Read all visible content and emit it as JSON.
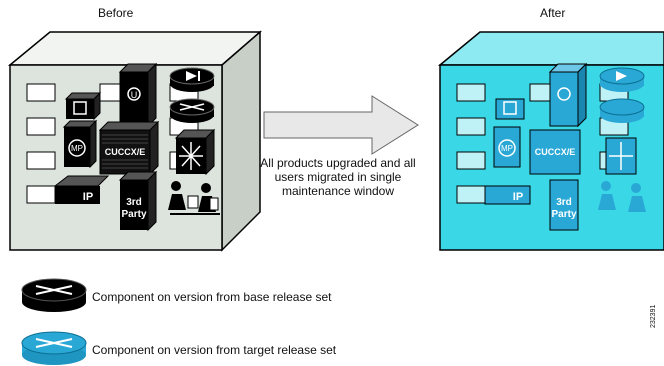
{
  "diagram": {
    "before_label": "Before",
    "after_label": "After",
    "arrow_caption": "All products upgraded and all users migrated in single maintenance window",
    "figure_id": "232391"
  },
  "nodes": {
    "cuccx_label": "CUCCX/E",
    "mp_label": "MP",
    "ip_label": "IP",
    "third_party_label_1": "3rd",
    "third_party_label_2": "Party"
  },
  "legend": {
    "base_label": "Component on version from base release set",
    "target_label": "Component on version from target release set"
  },
  "colors": {
    "before_box_face": "#dde3dd",
    "after_box_face": "#3ad7e6",
    "base_component": "#000000",
    "target_component": "#29a8d6",
    "arrow_fill": "#e8e8e8"
  }
}
